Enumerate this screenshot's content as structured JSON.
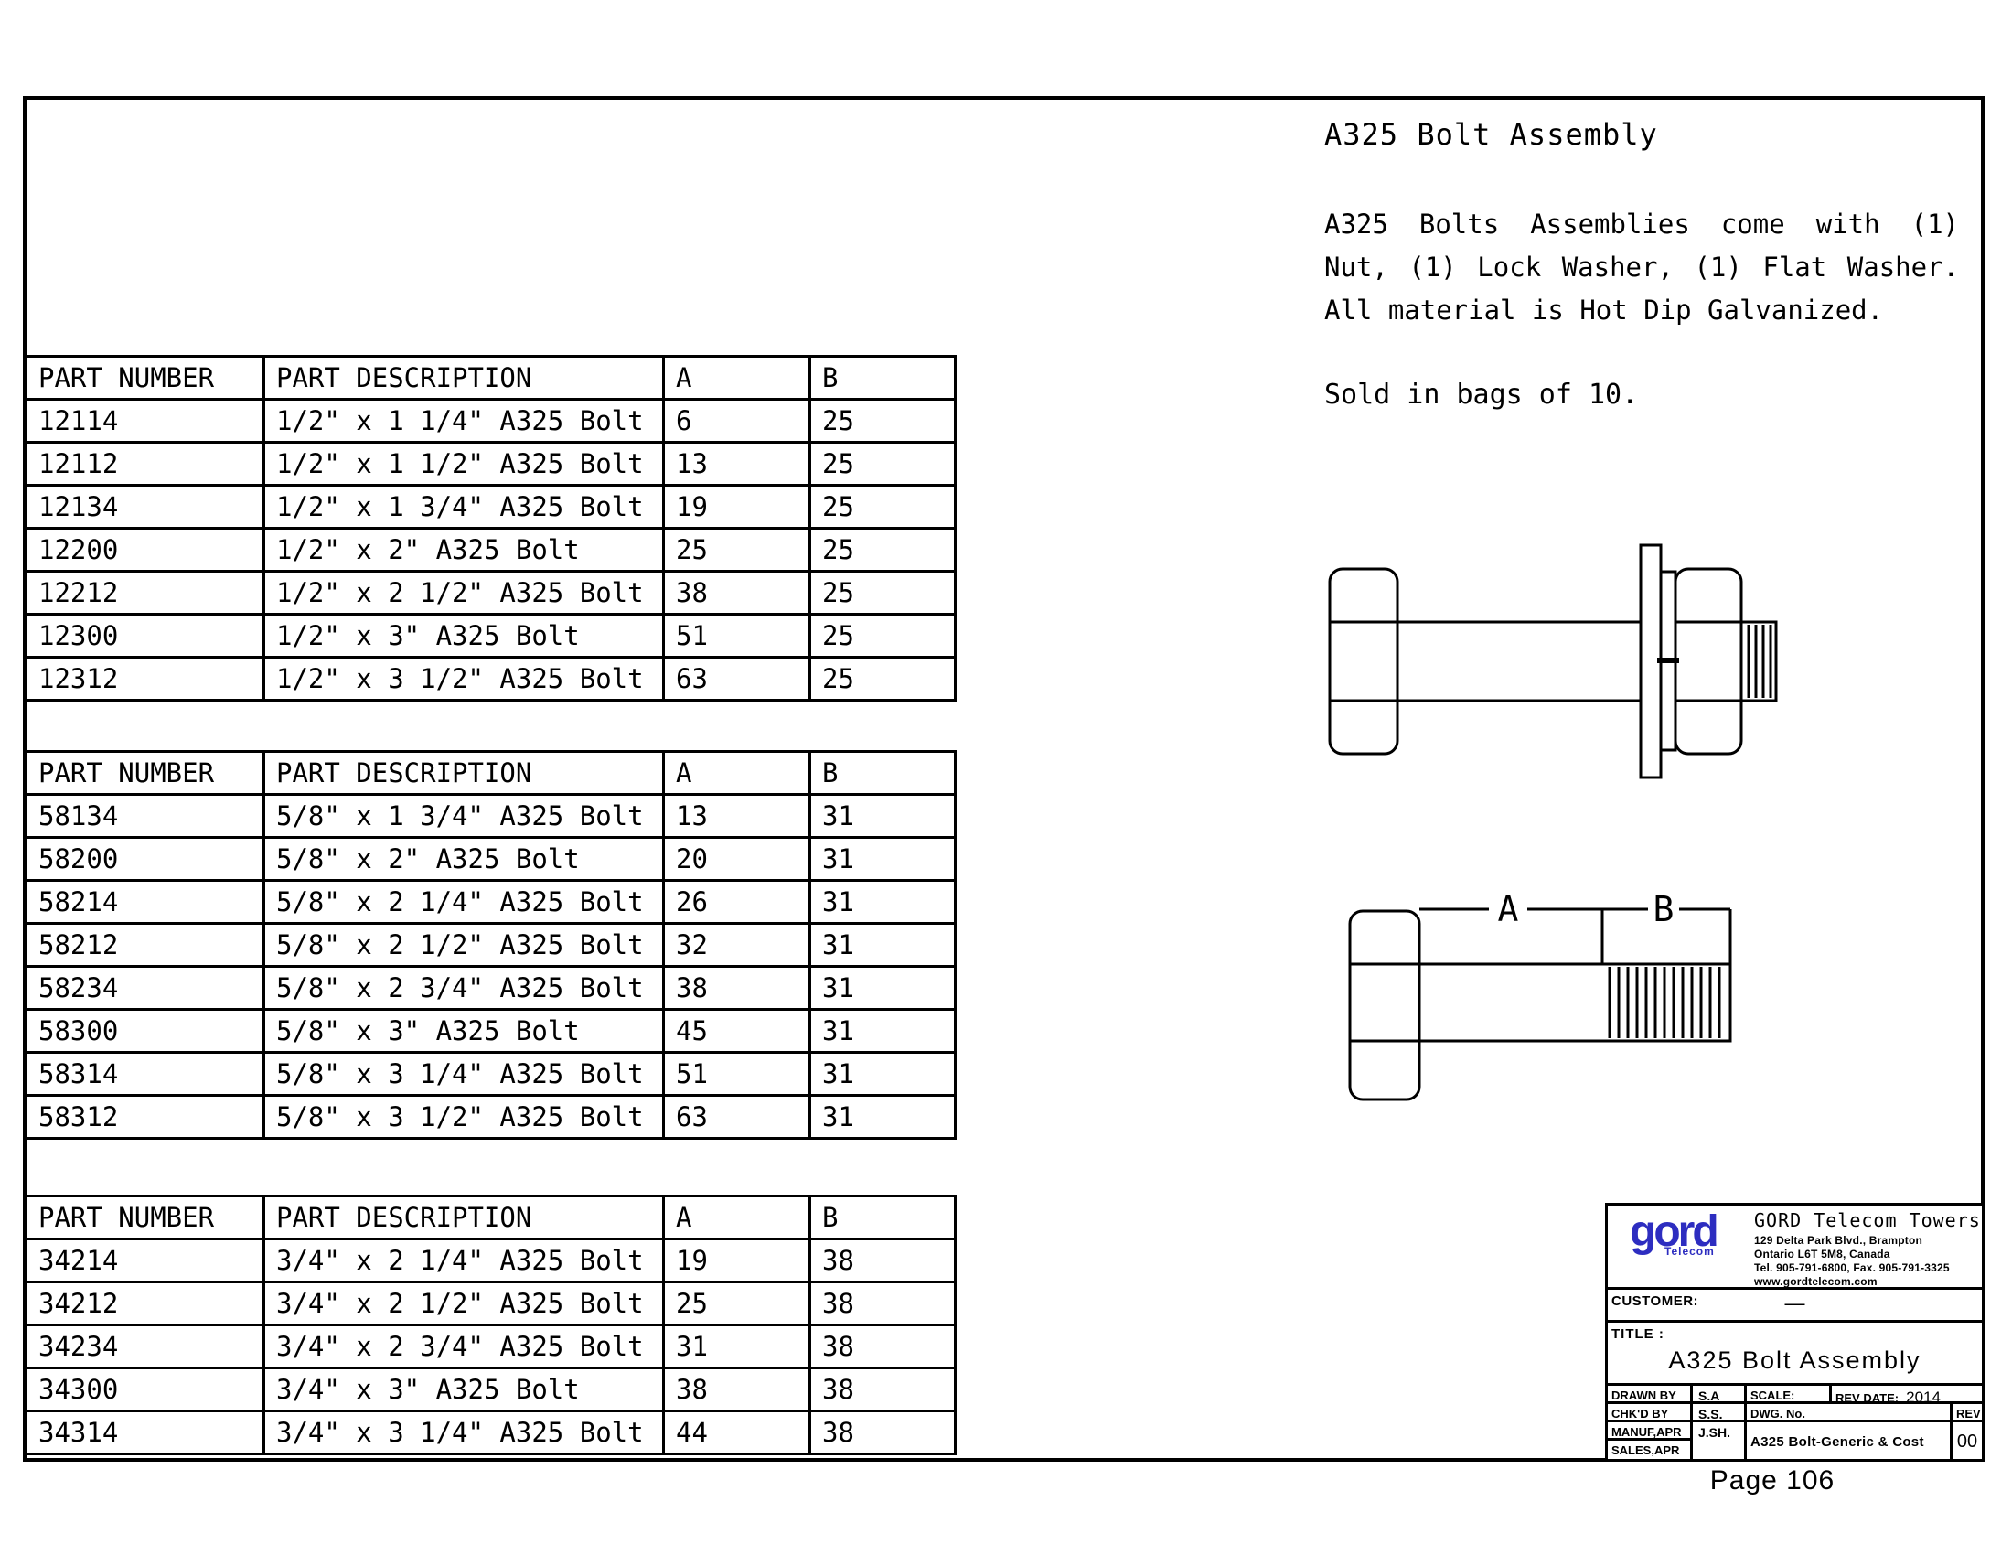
{
  "document": {
    "title": "A325 Bolt Assembly",
    "intro": "A325 Bolts Assemblies come with (1) Nut, (1) Lock Washer, (1) Flat Washer. All material is Hot Dip Galvanized.",
    "sold_note": "Sold in bags of 10.",
    "page_number": "Page 106"
  },
  "tables": [
    {
      "headers": [
        "PART NUMBER",
        "PART DESCRIPTION",
        "A",
        "B"
      ],
      "rows": [
        [
          "12114",
          "1/2\" x 1 1/4\" A325 Bolt",
          "6",
          "25"
        ],
        [
          "12112",
          "1/2\" x 1 1/2\" A325 Bolt",
          "13",
          "25"
        ],
        [
          "12134",
          "1/2\" x 1 3/4\" A325 Bolt",
          "19",
          "25"
        ],
        [
          "12200",
          "1/2\" x 2\" A325 Bolt",
          "25",
          "25"
        ],
        [
          "12212",
          "1/2\" x 2 1/2\" A325 Bolt",
          "38",
          "25"
        ],
        [
          "12300",
          "1/2\" x 3\" A325 Bolt",
          "51",
          "25"
        ],
        [
          "12312",
          "1/2\" x 3 1/2\" A325 Bolt",
          "63",
          "25"
        ]
      ]
    },
    {
      "headers": [
        "PART NUMBER",
        "PART DESCRIPTION",
        "A",
        "B"
      ],
      "rows": [
        [
          "58134",
          "5/8\" x 1 3/4\" A325 Bolt",
          "13",
          "31"
        ],
        [
          "58200",
          "5/8\" x 2\" A325 Bolt",
          "20",
          "31"
        ],
        [
          "58214",
          "5/8\" x 2 1/4\" A325 Bolt",
          "26",
          "31"
        ],
        [
          "58212",
          "5/8\" x 2 1/2\" A325 Bolt",
          "32",
          "31"
        ],
        [
          "58234",
          "5/8\" x 2 3/4\" A325 Bolt",
          "38",
          "31"
        ],
        [
          "58300",
          "5/8\" x 3\" A325 Bolt",
          "45",
          "31"
        ],
        [
          "58314",
          "5/8\" x 3 1/4\" A325 Bolt",
          "51",
          "31"
        ],
        [
          "58312",
          "5/8\" x 3 1/2\" A325 Bolt",
          "63",
          "31"
        ]
      ]
    },
    {
      "headers": [
        "PART NUMBER",
        "PART DESCRIPTION",
        "A",
        "B"
      ],
      "rows": [
        [
          "34214",
          "3/4\" x 2 1/4\" A325 Bolt",
          "19",
          "38"
        ],
        [
          "34212",
          "3/4\" x 2 1/2\" A325 Bolt",
          "25",
          "38"
        ],
        [
          "34234",
          "3/4\" x 2 3/4\" A325 Bolt",
          "31",
          "38"
        ],
        [
          "34300",
          "3/4\" x 3\" A325 Bolt",
          "38",
          "38"
        ],
        [
          "34314",
          "3/4\" x 3 1/4\" A325 Bolt",
          "44",
          "38"
        ]
      ]
    }
  ],
  "diagram": {
    "label_a": "A",
    "label_b": "B"
  },
  "title_block": {
    "logo_text": "gord",
    "logo_sub": "Telecom",
    "company_name": "GORD Telecom Towers",
    "address_line1": "129 Delta Park Blvd., Brampton",
    "address_line2": "Ontario L6T 5M8, Canada",
    "address_line3": "Tel. 905-791-6800, Fax. 905-791-3325",
    "website": "www.gordtelecom.com",
    "customer_label": "CUSTOMER:",
    "customer_value": "—",
    "title_label": "TITLE :",
    "title_value": "A325 Bolt Assembly",
    "drawn_by_label": "DRAWN BY",
    "drawn_by": "S.A",
    "chkd_by_label": "CHK'D BY",
    "chkd_by": "S.S.",
    "manuf_apr_label": "MANUF,APR",
    "manuf_apr": "J.SH.",
    "sales_apr_label": "SALES,APR",
    "sales_apr": "",
    "scale_label": "SCALE:",
    "rev_date_label": "REV DATE:",
    "rev_date": "2014",
    "dwg_no_label": "DWG. No.",
    "rev_label": "REV",
    "dwg_name": "A325 Bolt-Generic & Cost",
    "rev_value": "00"
  },
  "colors": {
    "logo_blue": "#2d2dc0",
    "line_black": "#000000",
    "background": "#ffffff"
  }
}
